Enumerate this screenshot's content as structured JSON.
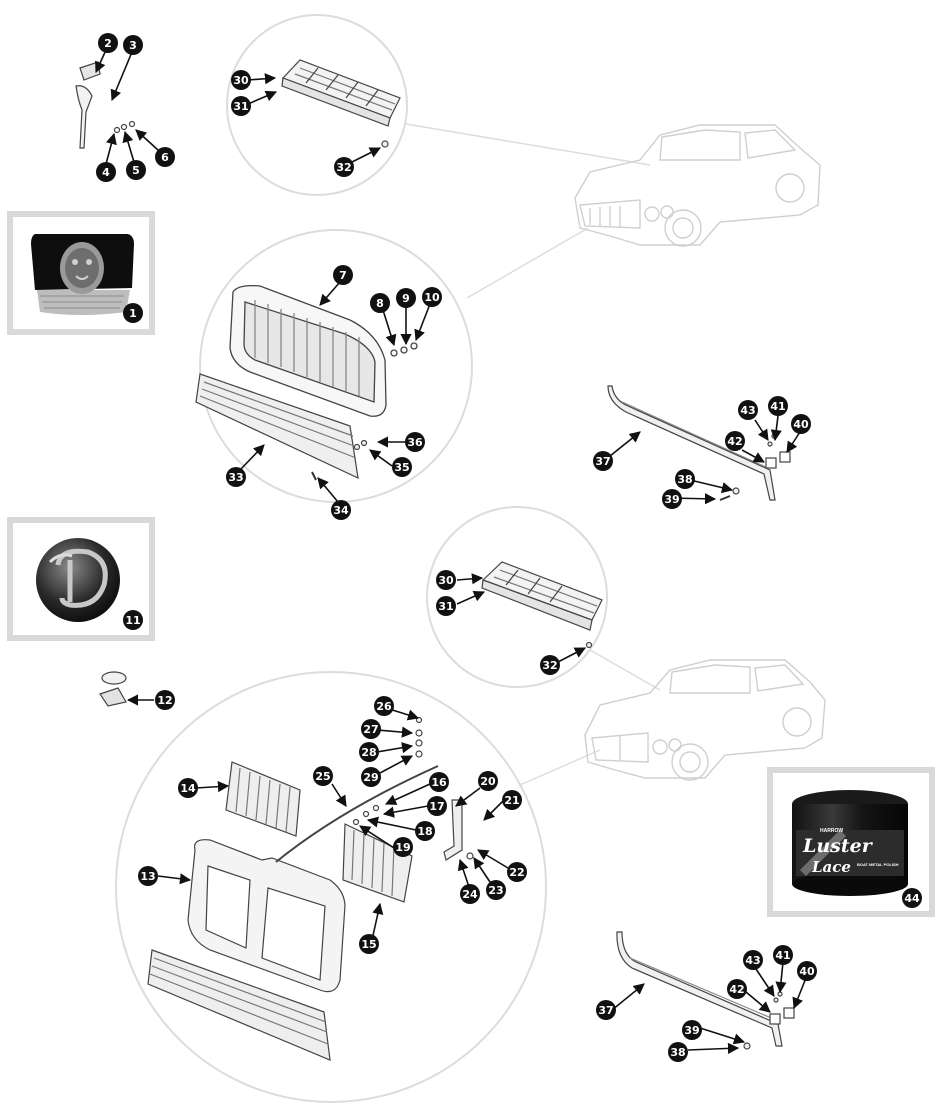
{
  "diagram": {
    "callouts": [
      {
        "id": "c2",
        "label": "2"
      },
      {
        "id": "c3",
        "label": "3"
      },
      {
        "id": "c4",
        "label": "4"
      },
      {
        "id": "c5",
        "label": "5"
      },
      {
        "id": "c6",
        "label": "6"
      },
      {
        "id": "c1",
        "label": "1"
      },
      {
        "id": "c11",
        "label": "11"
      },
      {
        "id": "c12",
        "label": "12"
      },
      {
        "id": "c30a",
        "label": "30"
      },
      {
        "id": "c31a",
        "label": "31"
      },
      {
        "id": "c32a",
        "label": "32"
      },
      {
        "id": "c7",
        "label": "7"
      },
      {
        "id": "c8",
        "label": "8"
      },
      {
        "id": "c9",
        "label": "9"
      },
      {
        "id": "c10",
        "label": "10"
      },
      {
        "id": "c33",
        "label": "33"
      },
      {
        "id": "c34",
        "label": "34"
      },
      {
        "id": "c35",
        "label": "35"
      },
      {
        "id": "c36",
        "label": "36"
      },
      {
        "id": "c37a",
        "label": "37"
      },
      {
        "id": "c38a",
        "label": "38"
      },
      {
        "id": "c39a",
        "label": "39"
      },
      {
        "id": "c40a",
        "label": "40"
      },
      {
        "id": "c41a",
        "label": "41"
      },
      {
        "id": "c42a",
        "label": "42"
      },
      {
        "id": "c43a",
        "label": "43"
      },
      {
        "id": "c30b",
        "label": "30"
      },
      {
        "id": "c31b",
        "label": "31"
      },
      {
        "id": "c32b",
        "label": "32"
      },
      {
        "id": "c13",
        "label": "13"
      },
      {
        "id": "c14",
        "label": "14"
      },
      {
        "id": "c15",
        "label": "15"
      },
      {
        "id": "c16",
        "label": "16"
      },
      {
        "id": "c17",
        "label": "17"
      },
      {
        "id": "c18",
        "label": "18"
      },
      {
        "id": "c19",
        "label": "19"
      },
      {
        "id": "c20",
        "label": "20"
      },
      {
        "id": "c21",
        "label": "21"
      },
      {
        "id": "c22",
        "label": "22"
      },
      {
        "id": "c23",
        "label": "23"
      },
      {
        "id": "c24",
        "label": "24"
      },
      {
        "id": "c25",
        "label": "25"
      },
      {
        "id": "c26",
        "label": "26"
      },
      {
        "id": "c27",
        "label": "27"
      },
      {
        "id": "c28",
        "label": "28"
      },
      {
        "id": "c29",
        "label": "29"
      },
      {
        "id": "c44",
        "label": "44"
      },
      {
        "id": "c37b",
        "label": "37"
      },
      {
        "id": "c38b",
        "label": "38"
      },
      {
        "id": "c39b",
        "label": "39"
      },
      {
        "id": "c40b",
        "label": "40"
      },
      {
        "id": "c41b",
        "label": "41"
      },
      {
        "id": "c42b",
        "label": "42"
      },
      {
        "id": "c43b",
        "label": "43"
      }
    ],
    "product_jar": {
      "brand": "HARROW",
      "name_line1": "Luster",
      "name_line2": "Lace",
      "subtitle": "BOAT METAL POLISH"
    }
  }
}
